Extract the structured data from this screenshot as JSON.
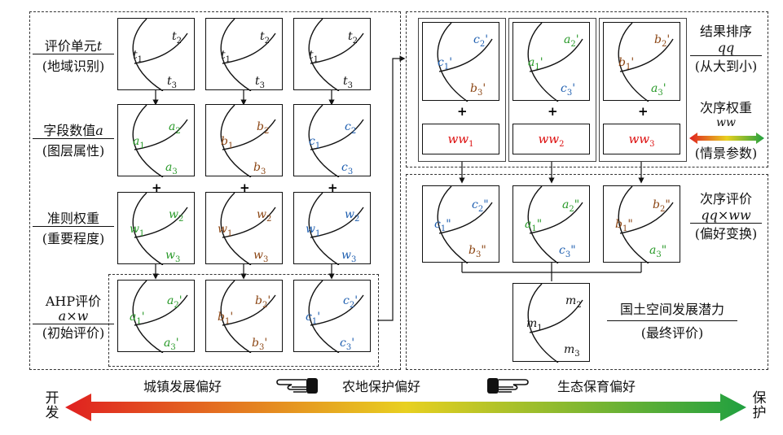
{
  "left_labels": [
    {
      "line1": "评价单元",
      "var": "t",
      "line2": "(地域识别)"
    },
    {
      "line1": "字段数值",
      "var": "a",
      "line2": "(图层属性)"
    },
    {
      "line1": "准则权重",
      "var": "",
      "line2": "(重要程度)"
    },
    {
      "line1": "AHP评价",
      "var": "a×w",
      "line2": "(初始评价)"
    }
  ],
  "right_top_labels": {
    "sort_title": "结果排序",
    "sort_var": "qq",
    "sort_sub": "(从大到小)",
    "weight_title": "次序权重",
    "weight_var": "ww",
    "weight_sub": "(情景参数)"
  },
  "right_mid_labels": {
    "title": "次序评价",
    "var": "qq×ww",
    "sub": "(偏好变换)"
  },
  "final_labels": {
    "title": "国土空间发展潜力",
    "sub": "(最终评价)"
  },
  "plus": "+",
  "ww_boxes": [
    "ww",
    "ww",
    "ww"
  ],
  "ww_subs": [
    "1",
    "2",
    "3"
  ],
  "bottom": {
    "left_end": "开发",
    "right_end": "保护",
    "pref_urban": "城镇发展偏好",
    "pref_farm": "农地保护偏好",
    "pref_eco": "生态保育偏好"
  },
  "colors": {
    "green": "#2a9a2a",
    "brown": "#8b4513",
    "blue": "#1f5fb0",
    "red": "#d11111"
  }
}
